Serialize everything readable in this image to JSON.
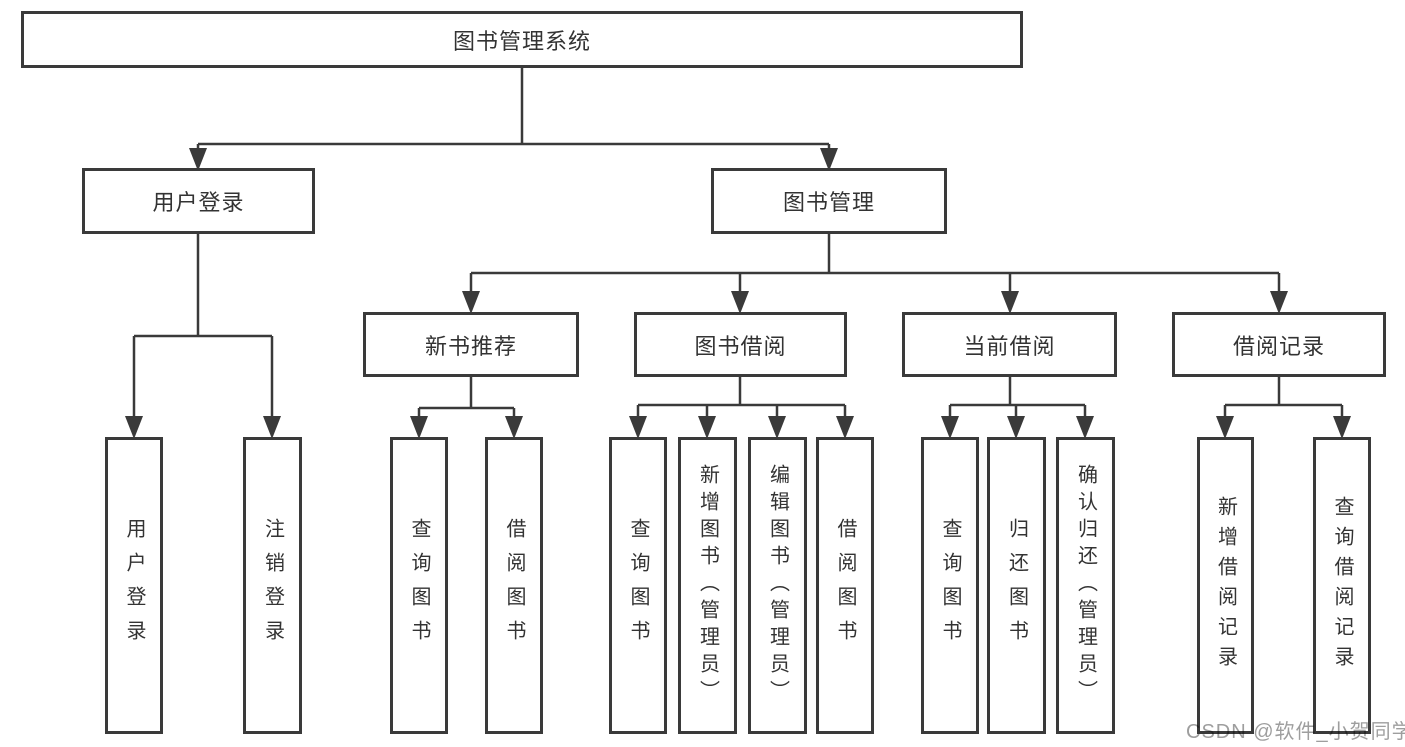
{
  "diagram": {
    "root": "图书管理系统",
    "login": {
      "label": "用户登录",
      "children": [
        "用户登录",
        "注销登录"
      ]
    },
    "management": {
      "label": "图书管理",
      "sections": [
        {
          "label": "新书推荐",
          "children": [
            "查询图书",
            "借阅图书"
          ]
        },
        {
          "label": "图书借阅",
          "children": [
            "查询图书",
            "新增图书（管理员）",
            "编辑图书（管理员）",
            "借阅图书"
          ]
        },
        {
          "label": "当前借阅",
          "children": [
            "查询图书",
            "归还图书",
            "确认归还（管理员）"
          ]
        },
        {
          "label": "借阅记录",
          "children": [
            "新增借阅记录",
            "查询借阅记录"
          ]
        }
      ]
    }
  },
  "watermark": {
    "text": "CSDN @软件_小贺同学"
  },
  "colors": {
    "line": "#3a3a3a",
    "text": "#333333",
    "background": "#ffffff",
    "watermark": "#9e9e9e"
  }
}
